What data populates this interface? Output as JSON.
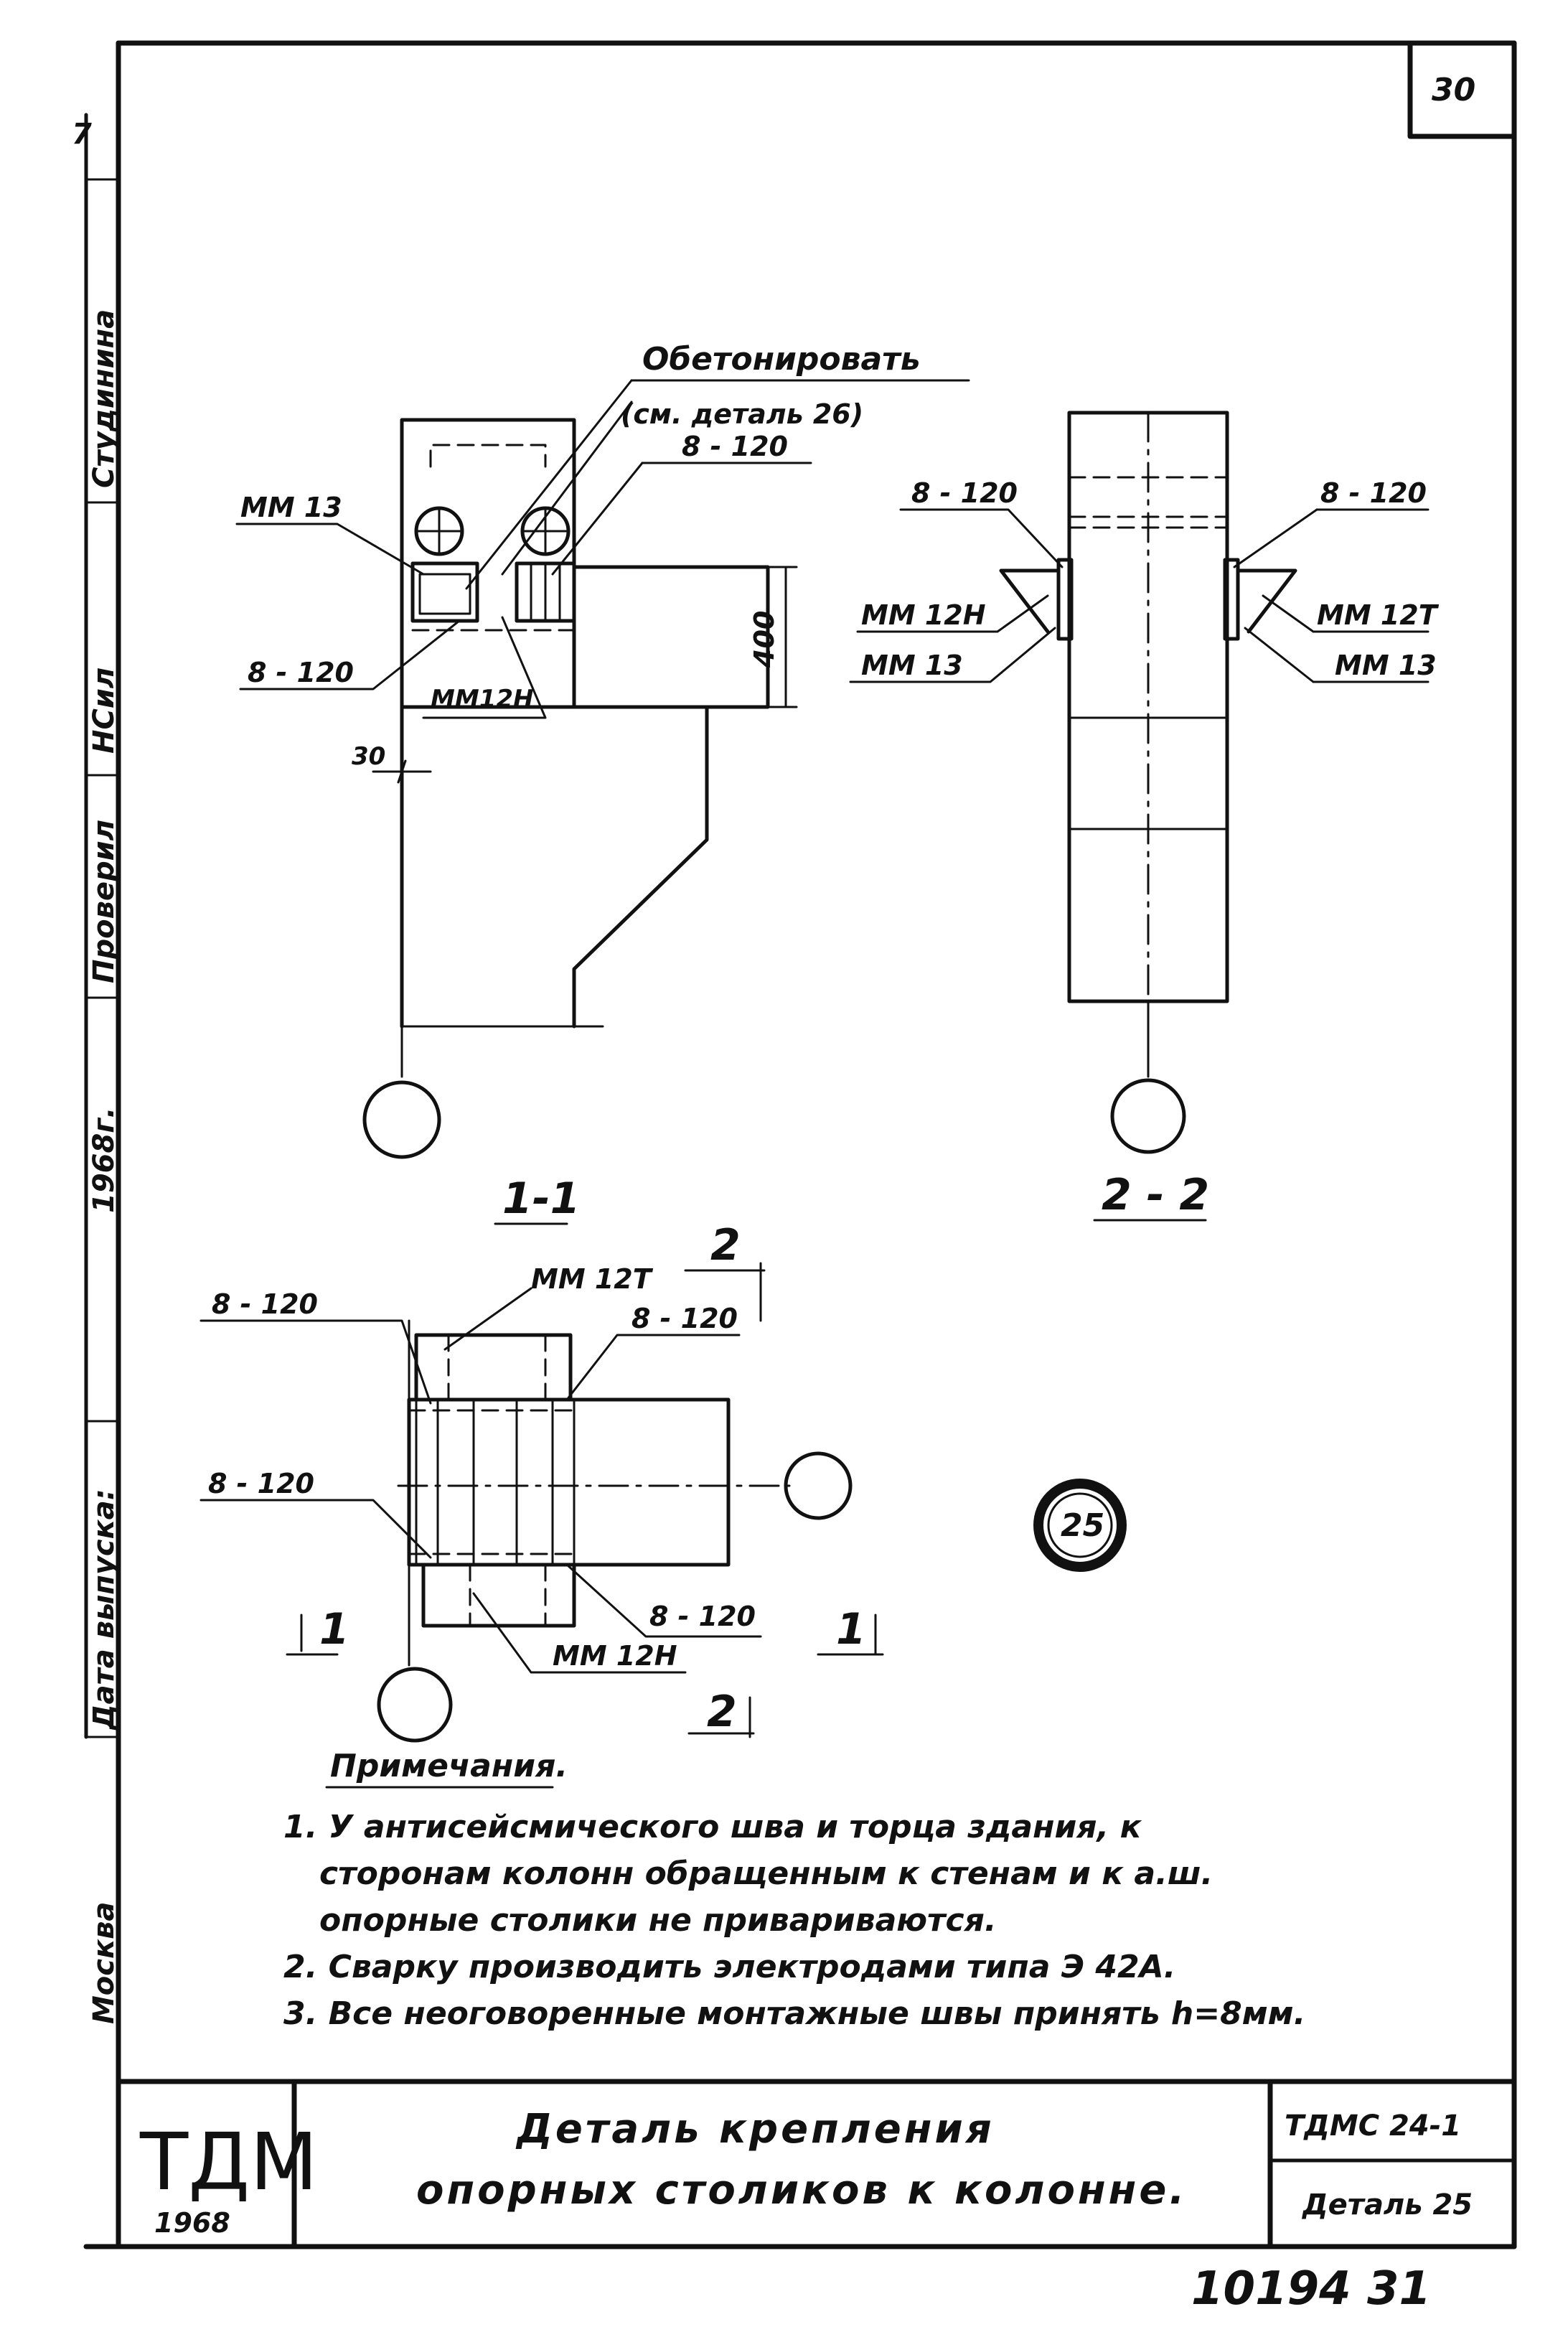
{
  "sheet": {
    "page_number": "30",
    "bottom_numbers": "10194   31",
    "circle_mark": "25"
  },
  "side_stamp": {
    "author": "Студинина",
    "signature": "НСил",
    "checked": "Проверил",
    "year": "1968г.",
    "release_date": "Дата выпуска:",
    "city": "Москва",
    "corner_mark": "7"
  },
  "view_1_1": {
    "callout_main": "Обетонировать",
    "callout_sub": "(см. деталь 26)",
    "weld_top": "8 - 120",
    "mm13": "ММ 13",
    "weld_left": "8 - 120",
    "mm12n": "ММ12Н",
    "dim_400": "400",
    "dim_30": "30",
    "section_label": "1-1"
  },
  "view_2_2": {
    "weld_left": "8 - 120",
    "weld_right": "8 - 120",
    "mm12n": "ММ 12Н",
    "mm13_left": "ММ 13",
    "mm12t": "ММ 12Т",
    "mm13_right": "ММ 13",
    "section_label": "2 - 2"
  },
  "plan_view": {
    "mm12t": "ММ 12Т",
    "weld_tl": "8 - 120",
    "weld_tr": "8 - 120",
    "weld_ml": "8 - 120",
    "weld_br": "8 - 120",
    "mm12n": "ММ 12Н",
    "cut_1_left": "1",
    "cut_1_right": "1",
    "cut_2_top": "2",
    "cut_2_bottom": "2"
  },
  "notes": {
    "heading": "Примечания.",
    "items": [
      "1. У антисейсмического шва и торца здания, к",
      "сторонам колонн обращенным к стенам и к а.ш.",
      "опорные столики не привариваются.",
      "2. Сварку производить электродами типа Э 42А.",
      "3. Все неоговоренные монтажные швы принять h=8мм."
    ]
  },
  "title_block": {
    "logo": "ТДМ",
    "logo_year": "1968",
    "title_line1": "Деталь крепления",
    "title_line2": "опорных столиков к колонне.",
    "code": "ТДМС 24-1",
    "detail": "Деталь 25"
  }
}
